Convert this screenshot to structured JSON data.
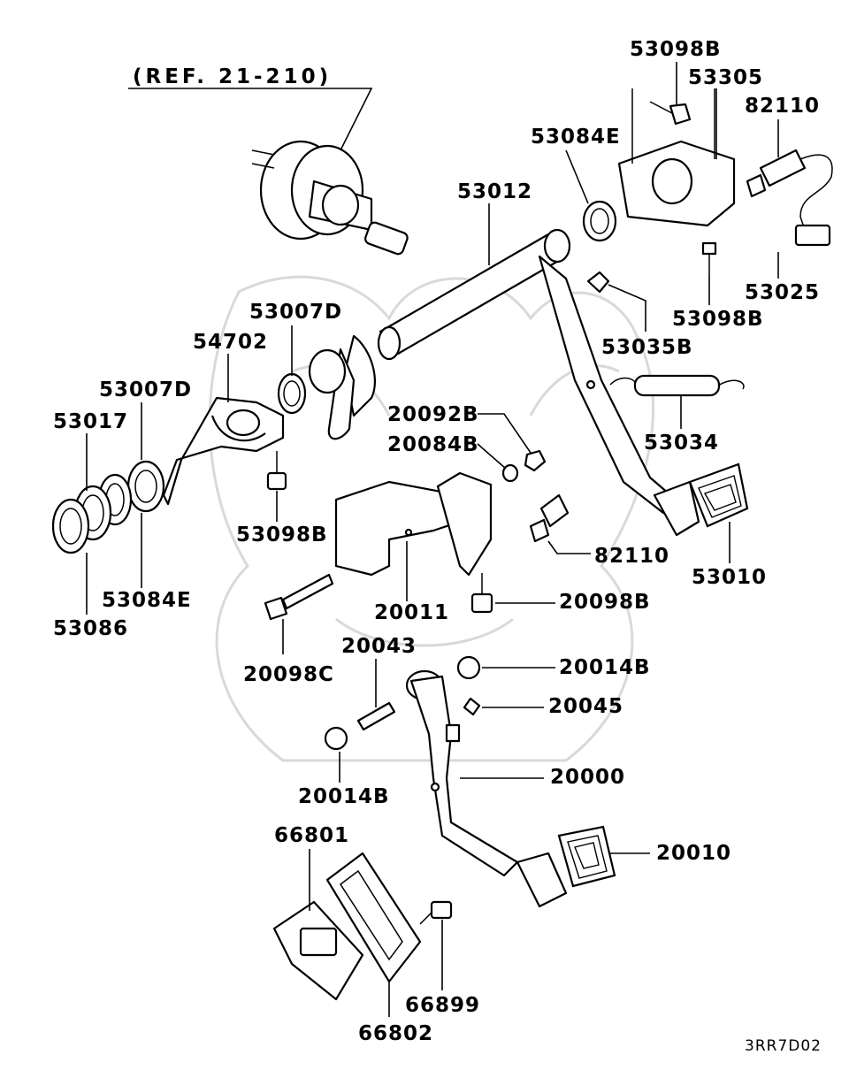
{
  "diagram": {
    "reference": "(REF. 21-210)",
    "drawing_code": "3RR7D02",
    "part_labels": {
      "p53098B_top": "53098B",
      "p53305": "53305",
      "p82110_top": "82110",
      "p53084E_top": "53084E",
      "p53012": "53012",
      "p53025": "53025",
      "p53098B_right": "53098B",
      "p53007D_upper": "53007D",
      "p54702": "54702",
      "p53035B": "53035B",
      "p53007D_lower": "53007D",
      "p53017": "53017",
      "p53034": "53034",
      "p20092B": "20092B",
      "p20084B": "20084B",
      "p53098B_mid": "53098B",
      "p82110_mid": "82110",
      "p53010": "53010",
      "p53084E_left": "53084E",
      "p20011": "20011",
      "p20098B": "20098B",
      "p53086": "53086",
      "p20043": "20043",
      "p20014B_right": "20014B",
      "p20098C": "20098C",
      "p20045": "20045",
      "p20000": "20000",
      "p20014B_left": "20014B",
      "p20010": "20010",
      "p66801": "66801",
      "p66899": "66899",
      "p66802": "66802"
    }
  }
}
